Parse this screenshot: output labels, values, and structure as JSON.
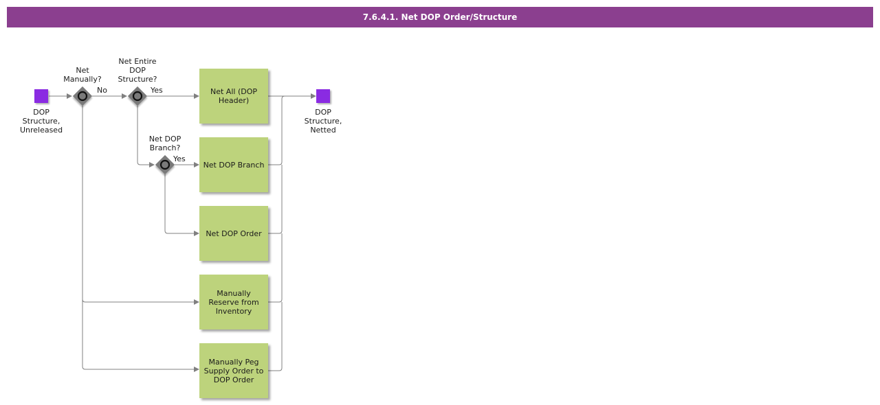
{
  "header": {
    "title": "7.6.4.1. Net DOP Order/Structure"
  },
  "events": {
    "start": "DOP\nStructure,\nUnreleased",
    "end": "DOP\nStructure,\nNetted"
  },
  "gateways": {
    "net_manually": "Net\nManually?",
    "net_entire": "Net Entire\nDOP\nStructure?",
    "net_branch": "Net DOP\nBranch?"
  },
  "flows": {
    "no_label": "No",
    "yes_label_1": "Yes",
    "yes_label_2": "Yes"
  },
  "tasks": {
    "net_all": "Net All (DOP\nHeader)",
    "net_branch": "Net DOP Branch",
    "net_order": "Net DOP Order",
    "reserve": "Manually\nReserve from\nInventory",
    "peg": "Manually Peg\nSupply Order to\nDOP Order"
  },
  "colors": {
    "title_bar": "#8b3f8f",
    "task_fill": "#bdd37c",
    "event_fill": "#8a2be2",
    "gateway_fill": "#7a7a7a"
  }
}
